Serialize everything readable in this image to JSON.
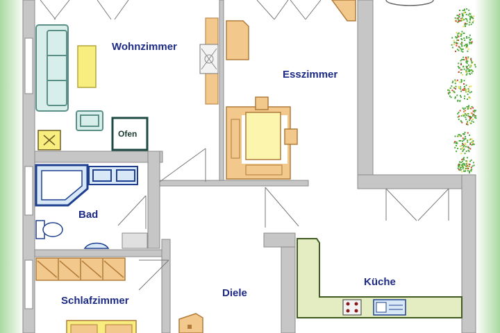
{
  "rooms": {
    "wohnzimmer": "Wohnzimmer",
    "esszimmer": "Esszimmer",
    "bad": "Bad",
    "schlafzimmer": "Schlafzimmer",
    "diele": "Diele",
    "kueche": "Küche"
  },
  "fixtures": {
    "ofen": "Ofen"
  },
  "colors": {
    "wall": "#c6c6c6",
    "wall_edge": "#8a8a8a",
    "floor": "#ffffff",
    "background_green": "#cfe9c8",
    "label_blue": "#1c2a86",
    "furniture_wood": "#f2c88c",
    "furniture_yellow": "#fbf5ad",
    "sofa_teal": "#d8eeea",
    "bath_blue": "#1e3f8f",
    "kitchen_counter": "#e4ecc2",
    "plant_green": "#4aa83a",
    "plant_red": "#d63b2e"
  }
}
